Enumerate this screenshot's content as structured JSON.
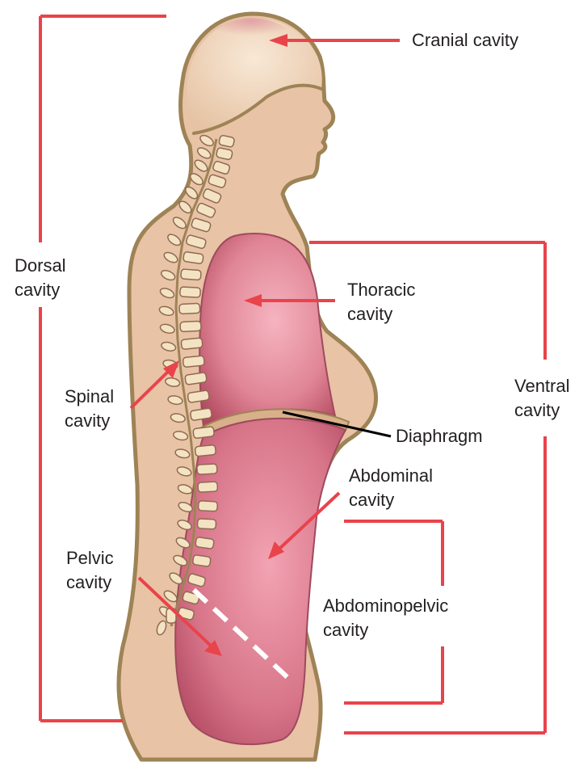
{
  "labels": {
    "cranial": "Cranial cavity",
    "dorsal_1": "Dorsal",
    "dorsal_2": "cavity",
    "thoracic_1": "Thoracic",
    "thoracic_2": "cavity",
    "ventral_1": "Ventral",
    "ventral_2": "cavity",
    "spinal_1": "Spinal",
    "spinal_2": "cavity",
    "diaphragm": "Diaphragm",
    "abdominal_1": "Abdominal",
    "abdominal_2": "cavity",
    "pelvic_1": "Pelvic",
    "pelvic_2": "cavity",
    "abdominopelvic_1": "Abdominopelvic",
    "abdominopelvic_2": "cavity"
  },
  "colors": {
    "skin": "#e8c3a5",
    "skin_outline": "#9e8356",
    "brain": "#f3dcc6",
    "cavity_light": "#f4a9b6",
    "cavity_dark": "#b2485e",
    "bone": "#f3e3c3",
    "bone_outline": "#8f6a52",
    "bracket": "#e9434b",
    "arrow": "#e9434b",
    "leader": "#000000",
    "label_text": "#231f20"
  }
}
